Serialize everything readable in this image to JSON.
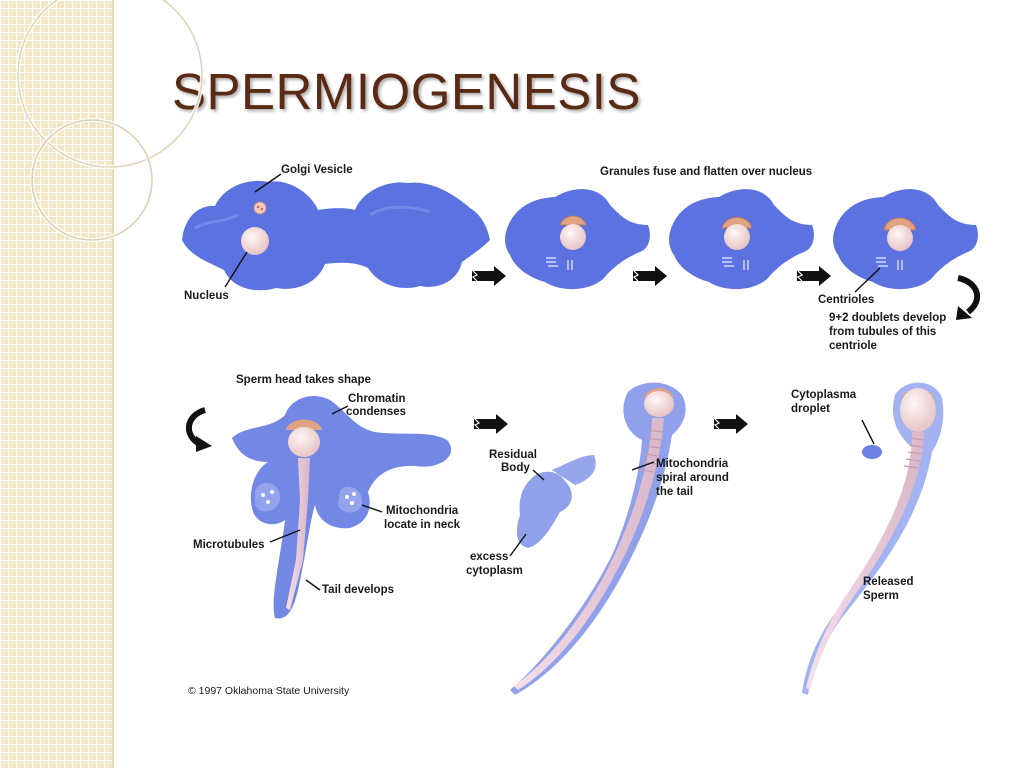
{
  "slide": {
    "title": "SPERMIOGENESIS",
    "accent_color": "#5a2a14",
    "sidebar_color": "#f3e7c8"
  },
  "diagram": {
    "labels": {
      "golgi_vesicle": "Golgi Vesicle",
      "nucleus": "Nucleus",
      "granules": "Granules fuse and flatten over nucleus",
      "centrioles": "Centrioles",
      "doublets_1": "9+2 doublets develop",
      "doublets_2": "from tubules of this",
      "doublets_3": "centriole",
      "sperm_head": "Sperm head takes shape",
      "chromatin_1": "Chromatin",
      "chromatin_2": "condenses",
      "mito_neck_1": "Mitochondria",
      "mito_neck_2": "locate in neck",
      "microtubules": "Microtubules",
      "tail_develops": "Tail develops",
      "residual_1": "Residual",
      "residual_2": "Body",
      "mito_spiral_1": "Mitochondria",
      "mito_spiral_2": "spiral around",
      "mito_spiral_3": "the tail",
      "excess_1": "excess",
      "excess_2": "cytoplasm",
      "cyto_droplet_1": "Cytoplasma",
      "cyto_droplet_2": "droplet",
      "released_1": "Released",
      "released_2": "Sperm",
      "copyright": "© 1997 Oklahoma State University"
    },
    "colors": {
      "cell": "#5b72e0",
      "cell_light": "#a9b8f2",
      "nucleus": "#f2d8d8",
      "acrosome": "#e0a384"
    }
  }
}
